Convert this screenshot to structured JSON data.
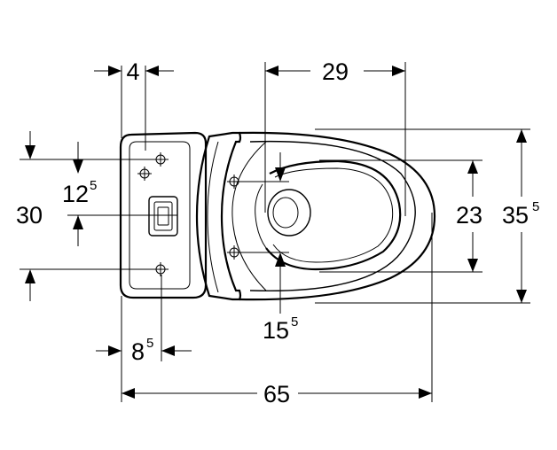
{
  "dimensions": {
    "d4": {
      "main": "4",
      "sup": ""
    },
    "d29": {
      "main": "29",
      "sup": ""
    },
    "d12": {
      "main": "12",
      "sup": "5"
    },
    "d30": {
      "main": "30",
      "sup": ""
    },
    "d23": {
      "main": "23",
      "sup": ""
    },
    "d35": {
      "main": "35",
      "sup": "5"
    },
    "d15": {
      "main": "15",
      "sup": "5"
    },
    "d8": {
      "main": "8",
      "sup": "5"
    },
    "d65": {
      "main": "65",
      "sup": ""
    }
  },
  "colors": {
    "line": "#000000",
    "background": "#ffffff"
  }
}
